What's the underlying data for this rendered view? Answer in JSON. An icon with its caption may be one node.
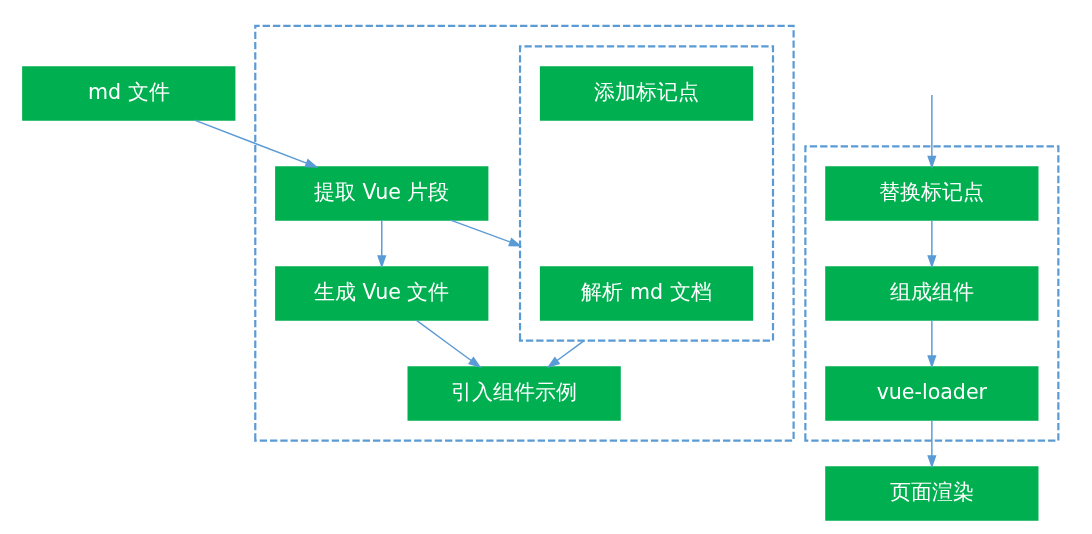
{
  "diagram": {
    "nodes": [
      {
        "text": [
          "md 文件"
        ]
      },
      {
        "text": [],
        "shape": "box"
      },
      {
        "text": [
          "提取 Vue 片段"
        ],
        "in": 1
      },
      {
        "text": [],
        "shape": "box",
        "in": 1
      },
      {
        "text": [
          "解析 md 文档"
        ],
        "in": 3
      },
      {
        "text": [
          "添加标记点"
        ],
        "in": 3
      },
      {
        "text": [
          "生成 Vue 文件"
        ],
        "in": 1
      },
      {
        "text": [
          "引入组件示例"
        ],
        "in": 1
      },
      {
        "text": [
          "页面渲染"
        ]
      },
      {
        "text": [],
        "shape": "box"
      },
      {
        "text": [
          "vue-loader"
        ],
        "in": 9
      },
      {
        "text": [
          "组成组件"
        ],
        "in": 9
      },
      {
        "text": [
          "替换标记点"
        ],
        "in": 9
      }
    ],
    "edges": [
      {
        "from": 0,
        "to": 2,
        "arrow": "to"
      },
      {
        "from": 2,
        "to": 3,
        "arrow": "to"
      },
      {
        "from": 2,
        "to": 6,
        "arrow": "to"
      },
      {
        "from": 6,
        "to": 7,
        "arrow": "to"
      },
      {
        "from": 3,
        "to": 7,
        "arrow": "to"
      },
      {
        "from": 10,
        "to": 8,
        "arrow": "to"
      },
      {
        "from": 11,
        "to": 10,
        "arrow": "to"
      },
      {
        "from": 12,
        "to": 11,
        "arrow": "to"
      },
      {
        "from": null,
        "to": 12,
        "arrow": "to"
      }
    ]
  }
}
